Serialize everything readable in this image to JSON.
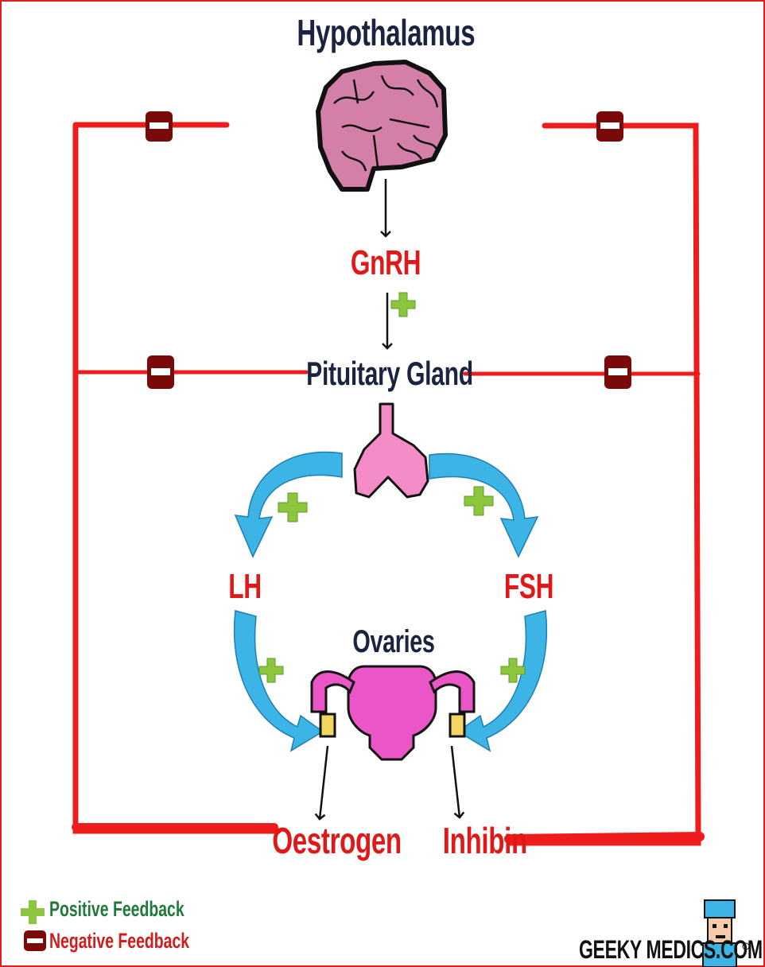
{
  "nodes": {
    "hypothalamus": "Hypothalamus",
    "gnrh": "GnRH",
    "pituitary": "Pituitary Gland",
    "lh": "LH",
    "fsh": "FSH",
    "ovaries": "Ovaries",
    "oestrogen": "Oestrogen",
    "inhibin": "Inhibin"
  },
  "legend": {
    "positive": "Positive Feedback",
    "negative": "Negative Feedback"
  },
  "logo": "GEEKY MEDICS.COM",
  "colors": {
    "title": "#1a2340",
    "hormone": "#e01818",
    "feedback_line": "#ee1c1c",
    "positive": "#8cc63f",
    "negative": "#7a0a0a",
    "blue_arrow": "#3cb4e6",
    "brain": "#d47fa8",
    "pituitary": "#f48cc8",
    "uterus": "#ea55c8",
    "legend_positive": "#1f7a3a",
    "legend_negative": "#d01c1c"
  }
}
